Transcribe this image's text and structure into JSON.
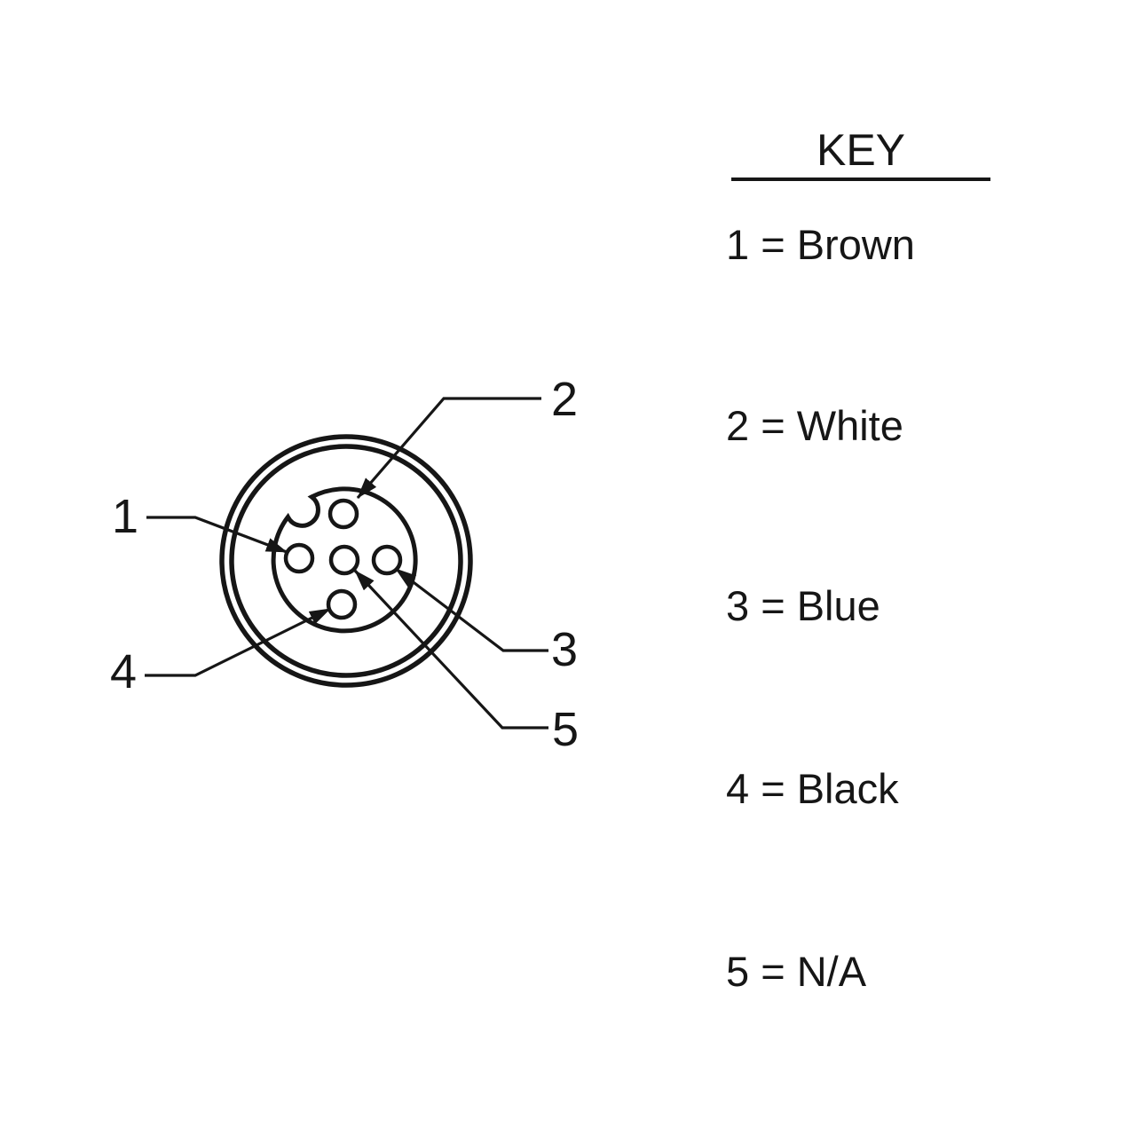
{
  "figure": {
    "type": "connector-pinout-diagram",
    "background_color": "#ffffff",
    "ink_color": "#161616"
  },
  "diagram": {
    "callouts": [
      {
        "pin": "1"
      },
      {
        "pin": "2"
      },
      {
        "pin": "3"
      },
      {
        "pin": "4"
      },
      {
        "pin": "5"
      }
    ]
  },
  "key": {
    "title": "KEY",
    "items": [
      {
        "pin": "1",
        "color_name": "Brown",
        "label": "1 = Brown"
      },
      {
        "pin": "2",
        "color_name": "White",
        "label": "2 = White"
      },
      {
        "pin": "3",
        "color_name": "Blue",
        "label": "3 = Blue"
      },
      {
        "pin": "4",
        "color_name": "Black",
        "label": "4 = Black"
      },
      {
        "pin": "5",
        "color_name": "N/A",
        "label": "5 = N/A"
      }
    ]
  }
}
